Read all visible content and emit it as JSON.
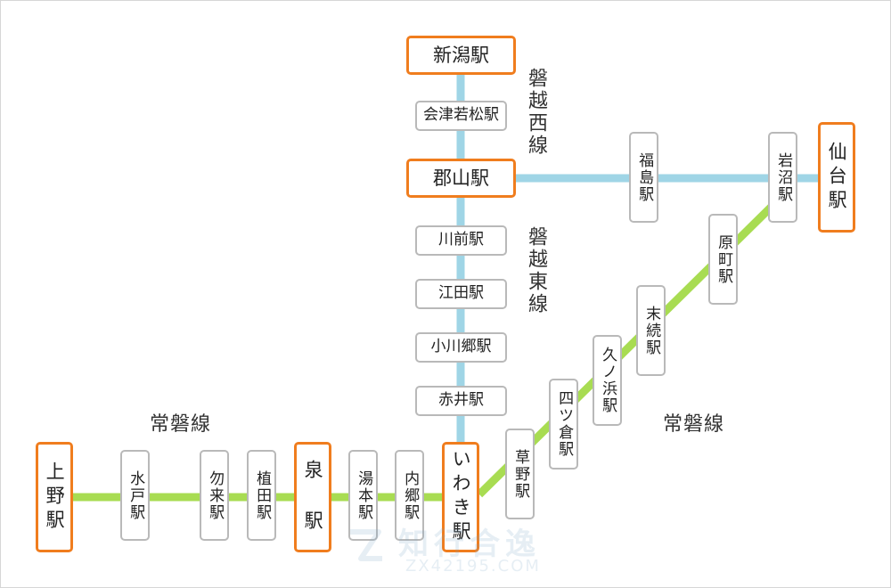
{
  "colors": {
    "ban_etsu_line": "#9fd5e6",
    "joban_line": "#a8dc52",
    "major_border": "#f07d1e",
    "station_border": "#b9b9b9"
  },
  "lines": {
    "ban_etsu_west": "磐越西線",
    "ban_etsu_east": "磐越東線",
    "joban_left": "常磐線",
    "joban_right": "常磐線"
  },
  "stations": {
    "niigata": "新潟駅",
    "aizu_wakamatsu": "会津若松駅",
    "koriyama": "郡山駅",
    "kawamae": "川前駅",
    "eda": "江田駅",
    "ogawago": "小川郷駅",
    "akai": "赤井駅",
    "fukushima": "福島駅",
    "iwanuma": "岩沼駅",
    "sendai": "仙台駅",
    "haranomachi": "原町駅",
    "suetsugi": "末続駅",
    "hisanohama": "久ノ浜駅",
    "yotsukura": "四ツ倉駅",
    "kusano": "草野駅",
    "iwaki": "いわき駅",
    "uchigo": "内郷駅",
    "yumoto": "湯本駅",
    "izumi": "泉 駅",
    "ueda": "植田駅",
    "nakoso": "勿来駅",
    "mito": "水戸駅",
    "ueno": "上野駅"
  },
  "watermark": {
    "text": "知行合逸",
    "sub": "ZX42195.COM"
  }
}
